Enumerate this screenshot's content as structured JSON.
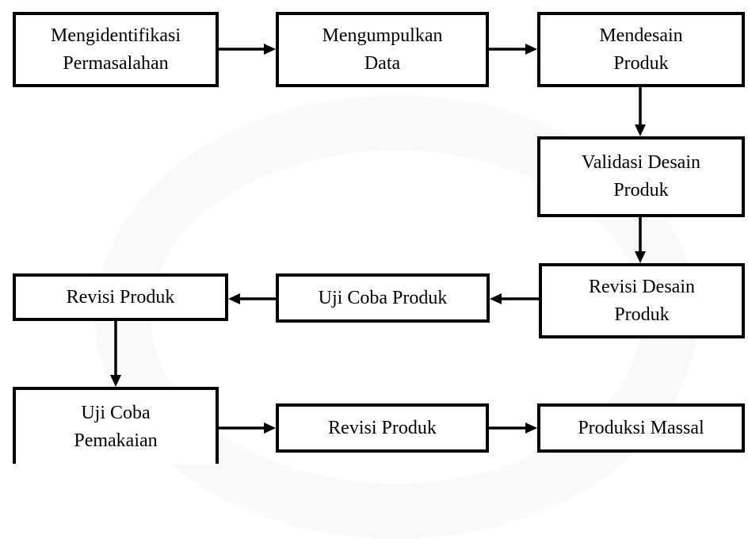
{
  "flowchart": {
    "steps": {
      "identify": "Mengidentifikasi\nPermasalahan",
      "collect": "Mengumpulkan\nData",
      "design": "Mendesain\nProduk",
      "validate": "Validasi Desain\nProduk",
      "revise_design": "Revisi Desain\nProduk",
      "trial": "Uji Coba Produk",
      "revise_product_1": "Revisi Produk",
      "usage_trial": "Uji Coba\nPemakaian",
      "revise_product_2": "Revisi Produk",
      "mass_production": "Produksi Massal"
    },
    "colors": {
      "border": "#000000",
      "background": "#ffffff"
    }
  }
}
